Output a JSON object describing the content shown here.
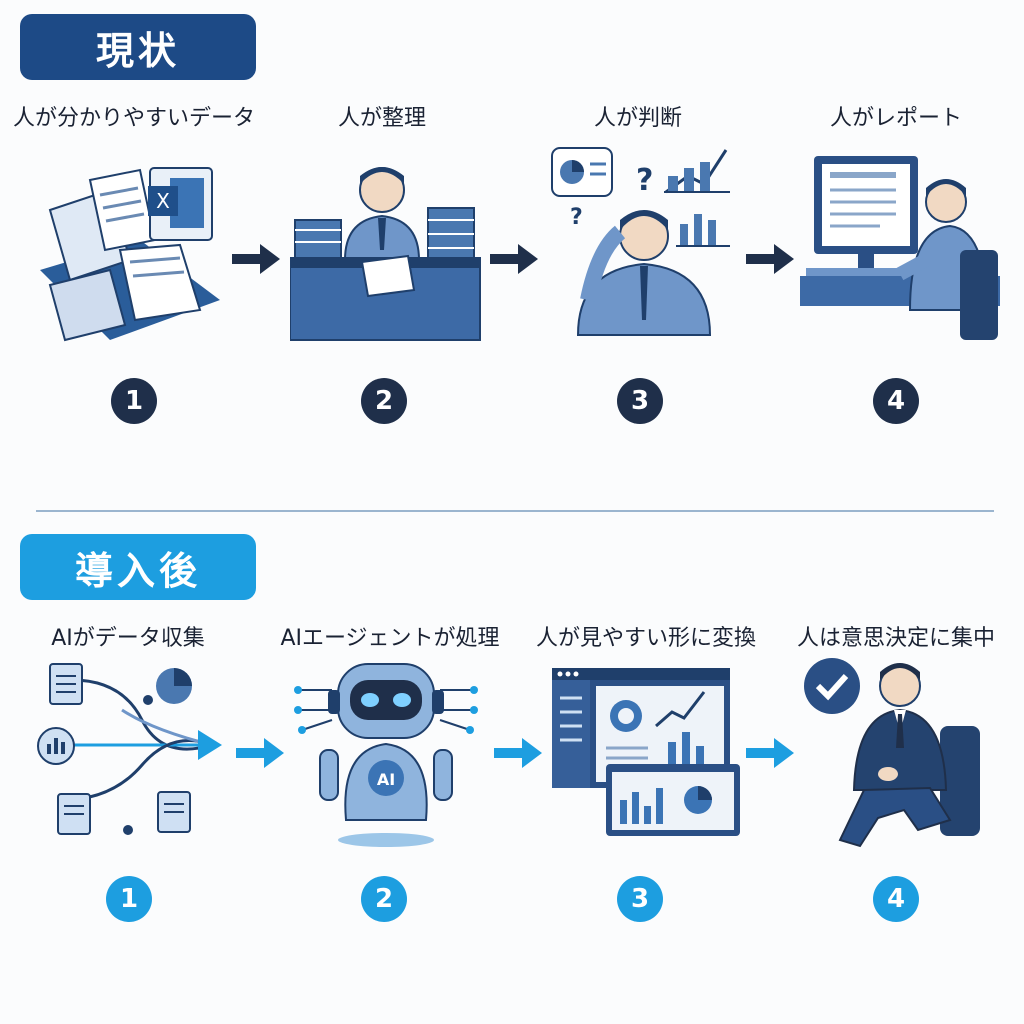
{
  "current": {
    "title": "現状",
    "steps": [
      {
        "label": "人が分かりやすいデータ",
        "number": "1",
        "icon": "messy-documents-icon"
      },
      {
        "label": "人が整理",
        "number": "2",
        "icon": "worker-at-desk-icon"
      },
      {
        "label": "人が判断",
        "number": "3",
        "icon": "confused-person-icon"
      },
      {
        "label": "人がレポート",
        "number": "4",
        "icon": "person-at-computer-icon"
      }
    ]
  },
  "future": {
    "title": "導入後",
    "steps": [
      {
        "label": "AIがデータ収集",
        "number": "1",
        "icon": "data-collection-icon"
      },
      {
        "label": "AIエージェントが処理",
        "number": "2",
        "icon": "ai-robot-icon"
      },
      {
        "label": "人が見やすい形に変換",
        "number": "3",
        "icon": "dashboard-icon"
      },
      {
        "label": "人は意思決定に集中",
        "number": "4",
        "icon": "confident-businessman-icon"
      }
    ],
    "robot_badge": "AI"
  },
  "colors": {
    "dark_navy": "#1d4a86",
    "bright_blue": "#1d9ee0",
    "number_dark": "#1f2f4a"
  }
}
